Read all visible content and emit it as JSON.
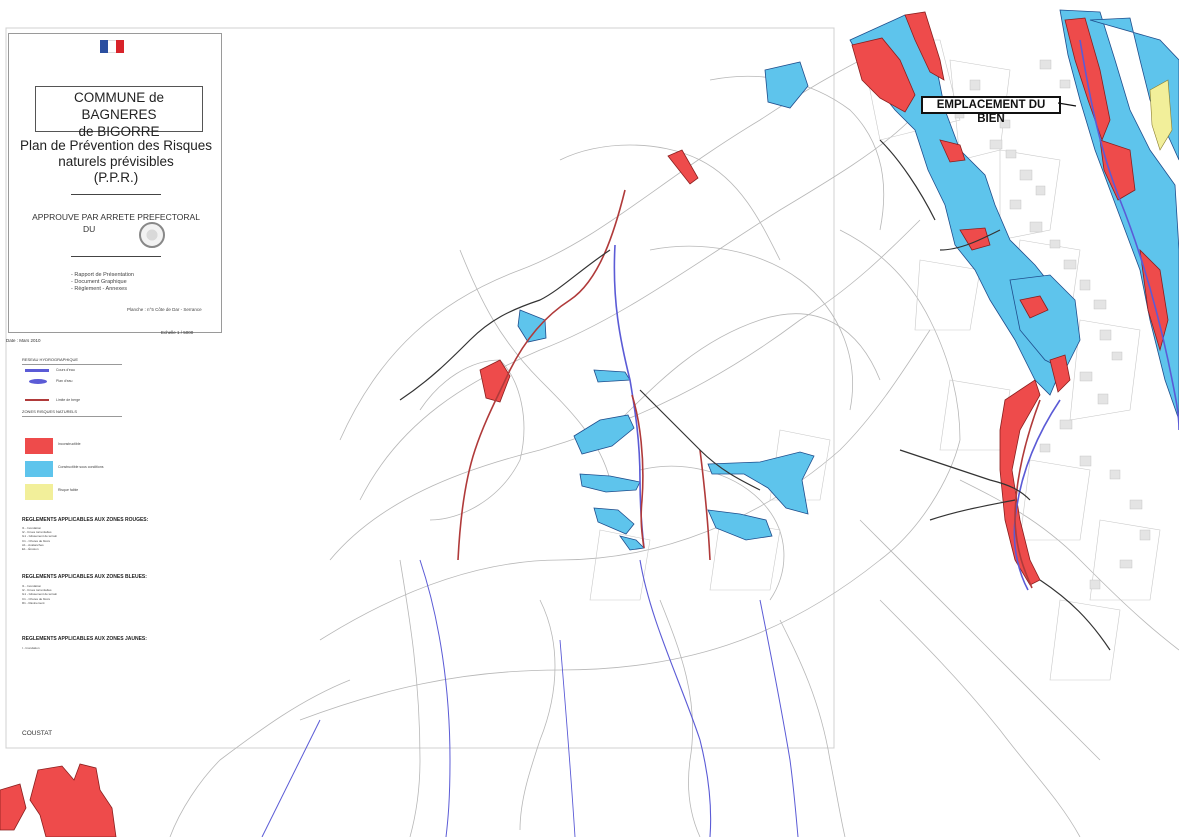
{
  "cartouche": {
    "commune_line1": "COMMUNE de BAGNERES",
    "commune_line2": "de BIGORRE",
    "plan_line1": "Plan de Prévention des Risques",
    "plan_line2": "naturels prévisibles",
    "plan_line3": "(P.P.R.)",
    "approval": "APPROUVE PAR ARRETE PREFECTORAL",
    "du": "DU",
    "documents": [
      "- Rapport de Présentation",
      "- Document Graphique",
      "- Règlement - Annexes"
    ],
    "planche": "Planche : n°5 Côte de Dar - Serrance",
    "echelle": "Echelle 1 / 5000",
    "date": "Date : Mars 2010"
  },
  "legend": {
    "hydro_heading": "RESEAU HYDROGRAPHIQUE",
    "hydro_items": [
      "Cours d'eau",
      "Plan d'eau",
      "Limite de berge"
    ],
    "zones_heading": "ZONES RISQUES NATURELS",
    "zones": [
      {
        "label": "Inconstructible",
        "color": "#ee4b4b"
      },
      {
        "label": "Constructible sous conditions",
        "color": "#5ec4ec"
      },
      {
        "label": "Risque faible",
        "color": "#f2ef9a"
      }
    ],
    "rules": [
      {
        "heading": "REGLEMENTS APPLICABLES AUX ZONES ROUGES:",
        "items": [
          "I1 - Inondation",
          "I2 - Crues torrentielles",
          "G1 - Glissement de terrain",
          "C1 - Chutes de blocs",
          "A1 - Avalanches",
          "E1 - Érosion"
        ]
      },
      {
        "heading": "REGLEMENTS APPLICABLES AUX ZONES BLEUES:",
        "items": [
          "I1 - Inondation",
          "I2 - Crues torrentielles",
          "G1 - Glissement de terrain",
          "C1 - Chutes de blocs",
          "R1 - Ravinement"
        ]
      },
      {
        "heading": "REGLEMENTS APPLICABLES AUX ZONES JAUNES:",
        "items": [
          "I - Inondation"
        ]
      }
    ],
    "colors": {
      "hydro_line": "#5b5bd6",
      "limit_line": "#b03a3a"
    }
  },
  "map": {
    "callout": "EMPLACEMENT DU BIEN",
    "place_name": "COUSTAT",
    "colors": {
      "red_zone": "#ee4b4b",
      "blue_zone": "#5ec4ec",
      "yellow_zone": "#f2ef9a",
      "stream": "#5b5bd6"
    }
  }
}
